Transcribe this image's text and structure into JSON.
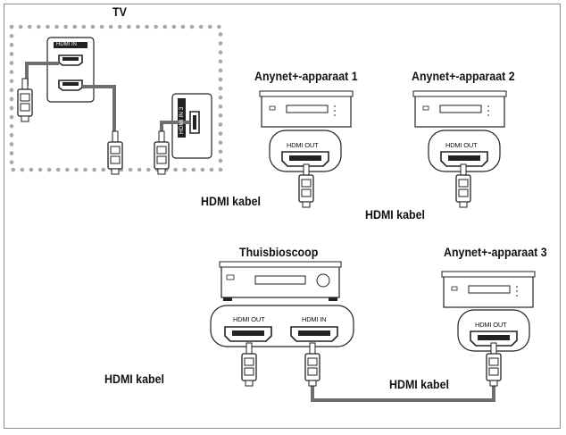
{
  "labels": {
    "tv": "TV",
    "device1": "Anynet+-apparaat 1",
    "device2": "Anynet+-apparaat 2",
    "home_theater": "Thuisbioscoop",
    "device3": "Anynet+-apparaat 3",
    "cable1": "HDMI kabel",
    "cable2": "HDMI kabel",
    "cable3": "HDMI kabel",
    "cable4": "HDMI kabel"
  },
  "ports": {
    "tv_hdmi_in": "HDMI IN",
    "tv_hdmi_in3": "HDMI IN 3",
    "dev1_out": "HDMI OUT",
    "dev2_out": "HDMI OUT",
    "ht_out": "HDMI OUT",
    "ht_in": "HDMI IN",
    "dev3_out": "HDMI OUT"
  },
  "colors": {
    "cable": "#6e6e6e",
    "tv_dots": "#a8a8a8",
    "outline": "#222222"
  }
}
